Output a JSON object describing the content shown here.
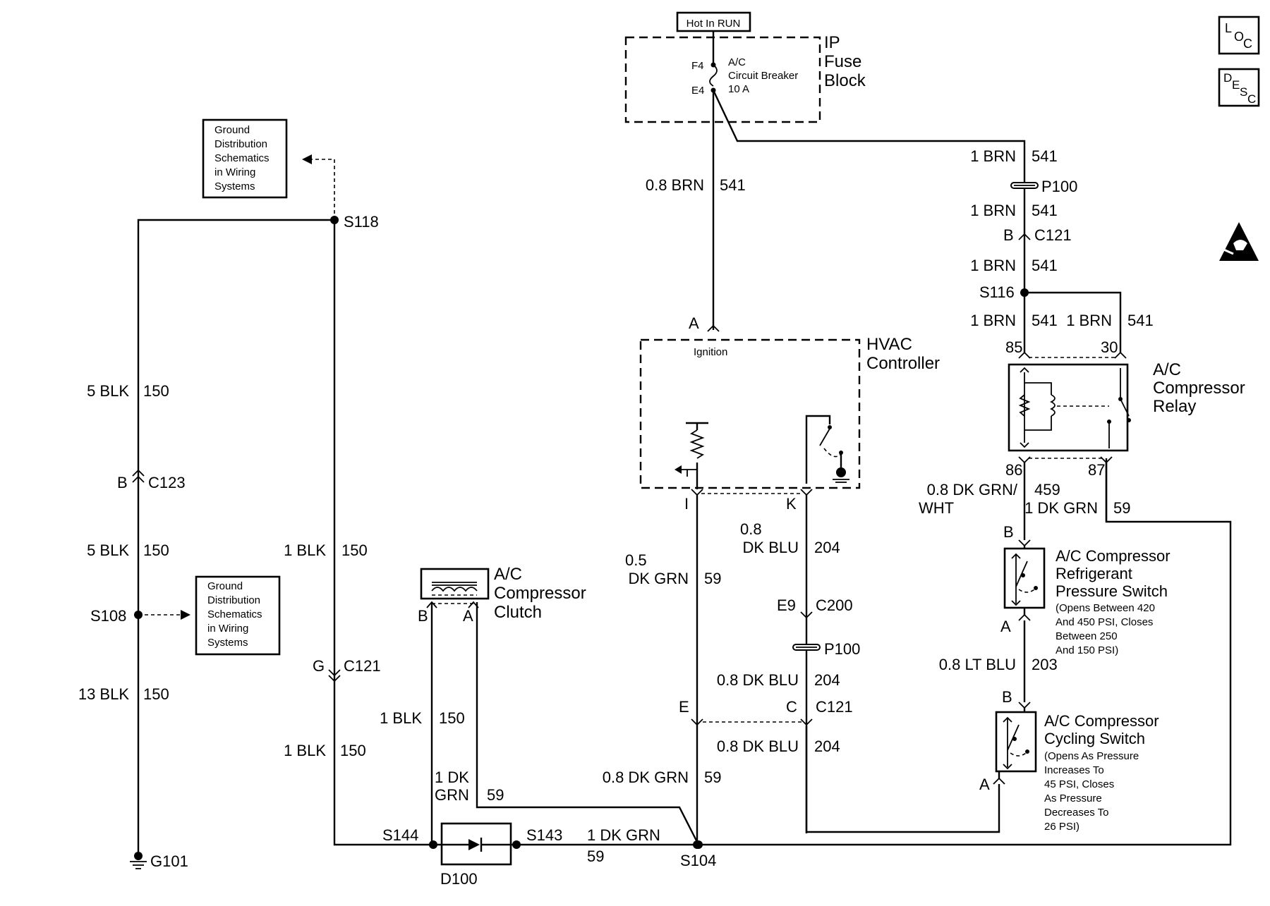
{
  "power": {
    "source": "Hot In RUN"
  },
  "fuse_block": {
    "title_lines": [
      "IP",
      "Fuse",
      "Block"
    ],
    "breaker_lines": [
      "A/C",
      "Circuit Breaker",
      "10 A"
    ],
    "pin_top": "F4",
    "pin_bottom": "E4"
  },
  "hvac": {
    "title_lines": [
      "HVAC",
      "Controller"
    ],
    "ignition": "Ignition",
    "pin_a": "A",
    "pin_i": "I",
    "pin_k": "K"
  },
  "relay": {
    "title_lines": [
      "A/C",
      "Compressor",
      "Relay"
    ],
    "pin_85": "85",
    "pin_30": "30",
    "pin_86": "86",
    "pin_87": "87"
  },
  "pressure_switch": {
    "title_lines": [
      "A/C Compressor",
      "Refrigerant",
      "Pressure Switch"
    ],
    "note_lines": [
      "(Opens Between 420",
      "And 450 PSI, Closes",
      "Between 250",
      "And 150 PSI)"
    ],
    "pin_b": "B",
    "pin_a": "A"
  },
  "cycling_switch": {
    "title_lines": [
      "A/C Compressor",
      "Cycling Switch"
    ],
    "note_lines": [
      "(Opens As Pressure",
      "Increases To",
      "45 PSI, Closes",
      "As Pressure",
      "Decreases To",
      "26 PSI)"
    ],
    "pin_b": "B",
    "pin_a": "A"
  },
  "clutch": {
    "title_lines": [
      "A/C",
      "Compressor",
      "Clutch"
    ],
    "pin_b": "B",
    "pin_a": "A"
  },
  "ground_refs": [
    {
      "lines": [
        "Ground",
        "Distribution",
        "Schematics",
        "in Wiring",
        "Systems"
      ]
    },
    {
      "lines": [
        "Ground",
        "Distribution",
        "Schematics",
        "in Wiring",
        "Systems"
      ]
    }
  ],
  "diode": {
    "label": "D100"
  },
  "splices": {
    "s118": "S118",
    "s108": "S108",
    "s144": "S144",
    "s143": "S143",
    "s104": "S104",
    "s116": "S116",
    "g101": "G101"
  },
  "connectors": {
    "p100_top": "P100",
    "p100_mid": "P100",
    "c121_b": "B",
    "c121_b_name": "C121",
    "c123_b": "B",
    "c123_name": "C123",
    "c121_g": "G",
    "c121_g_name": "C121",
    "c200_e9": "E9",
    "c200_name": "C200",
    "c121_e": "E",
    "c121_c": "C",
    "c121_ec_name": "C121",
    "relay_b": "B"
  },
  "wires": {
    "brn_main_gauge": "0.8 BRN",
    "brn_main_circ": "541",
    "brn1_gauge": "1 BRN",
    "brn1_circ": "541",
    "brn2_gauge": "1 BRN",
    "brn2_circ": "541",
    "brn3_gauge": "1 BRN",
    "brn3_circ": "541",
    "brn4_gauge": "1 BRN",
    "brn4_circ": "541",
    "brn5_gauge": "1 BRN",
    "brn5_circ": "541",
    "blk5a_gauge": "5 BLK",
    "blk5a_circ": "150",
    "blk5b_gauge": "5 BLK",
    "blk5b_circ": "150",
    "blk13_gauge": "13 BLK",
    "blk13_circ": "150",
    "blk1a_gauge": "1 BLK",
    "blk1a_circ": "150",
    "blk1b_gauge": "1 BLK",
    "blk1b_circ": "150",
    "blk1c_gauge": "1 BLK",
    "blk1c_circ": "150",
    "dkgrn05_l1": "0.5",
    "dkgrn05_l2": "DK GRN",
    "dkgrn05_circ": "59",
    "dkblu_l1": "0.8",
    "dkblu_l2": "DK BLU",
    "dkblu_circ": "204",
    "dkblu2_gauge": "0.8 DK BLU",
    "dkblu2_circ": "204",
    "dkblu3_gauge": "0.8 DK BLU",
    "dkblu3_circ": "204",
    "dkgrn08_gauge": "0.8 DK GRN",
    "dkgrn08_circ": "59",
    "clutchgrn_l1": "1 DK",
    "clutchgrn_l2": "GRN",
    "clutchgrn_circ": "59",
    "bottomgrn_gauge": "1 DK GRN",
    "bottomgrn_circ": "59",
    "grnwht_l1": "0.8 DK GRN/",
    "grnwht_l2": "WHT",
    "grnwht_circ": "459",
    "relaygrn_gauge": "1 DK GRN",
    "relaygrn_circ": "59",
    "ltblu_gauge": "0.8 LT BLU",
    "ltblu_circ": "203"
  },
  "corner_icons": {
    "loc": [
      "L",
      "O",
      "C"
    ],
    "desc": [
      "D",
      "E",
      "S",
      "C"
    ]
  }
}
